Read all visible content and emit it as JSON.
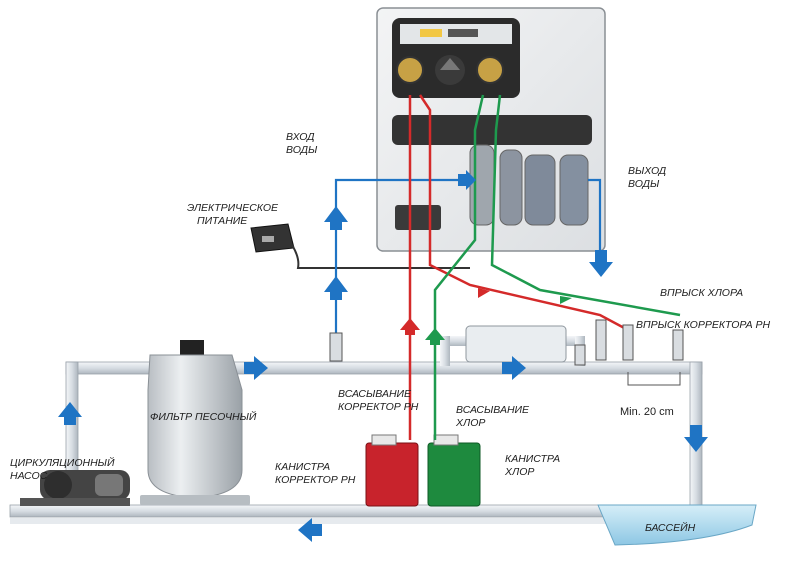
{
  "labels": {
    "water_in": [
      "ВХОД",
      "ВОДЫ"
    ],
    "water_out": [
      "ВЫХОД",
      "ВОДЫ"
    ],
    "power": [
      "ЭЛЕКТРИЧЕСКОЕ",
      "ПИТАНИЕ"
    ],
    "chlorine_injection": "ВПРЫСК ХЛОРА",
    "ph_injection": "ВПРЫСК КОРРЕКТОРА РН",
    "ph_suction": [
      "ВСАСЫВАНИЕ",
      "КОРРЕКТОР РН"
    ],
    "chlorine_suction": [
      "ВСАСЫВАНИЕ",
      "ХЛОР"
    ],
    "sand_filter": "ФИЛЬТР ПЕСОЧНЫЙ",
    "min_distance": "Min. 20 cm",
    "ph_canister": [
      "КАНИСТРА",
      "КОРРЕКТОР РН"
    ],
    "chlorine_canister": [
      "КАНИСТРА",
      "ХЛОР"
    ],
    "pump": [
      "ЦИРКУЛЯЦИОННЫЙ",
      "НАСОС"
    ],
    "pool": "БАССЕЙН"
  },
  "colors": {
    "pipe": "#d7dde3",
    "water_line": "#1f74c4",
    "ph_line": "#d42a2a",
    "chlorine_line": "#1e9a4e",
    "ph_canister": "#c8232c",
    "chlorine_canister": "#1e8a3e",
    "pool_water": "#a9d6ec"
  }
}
